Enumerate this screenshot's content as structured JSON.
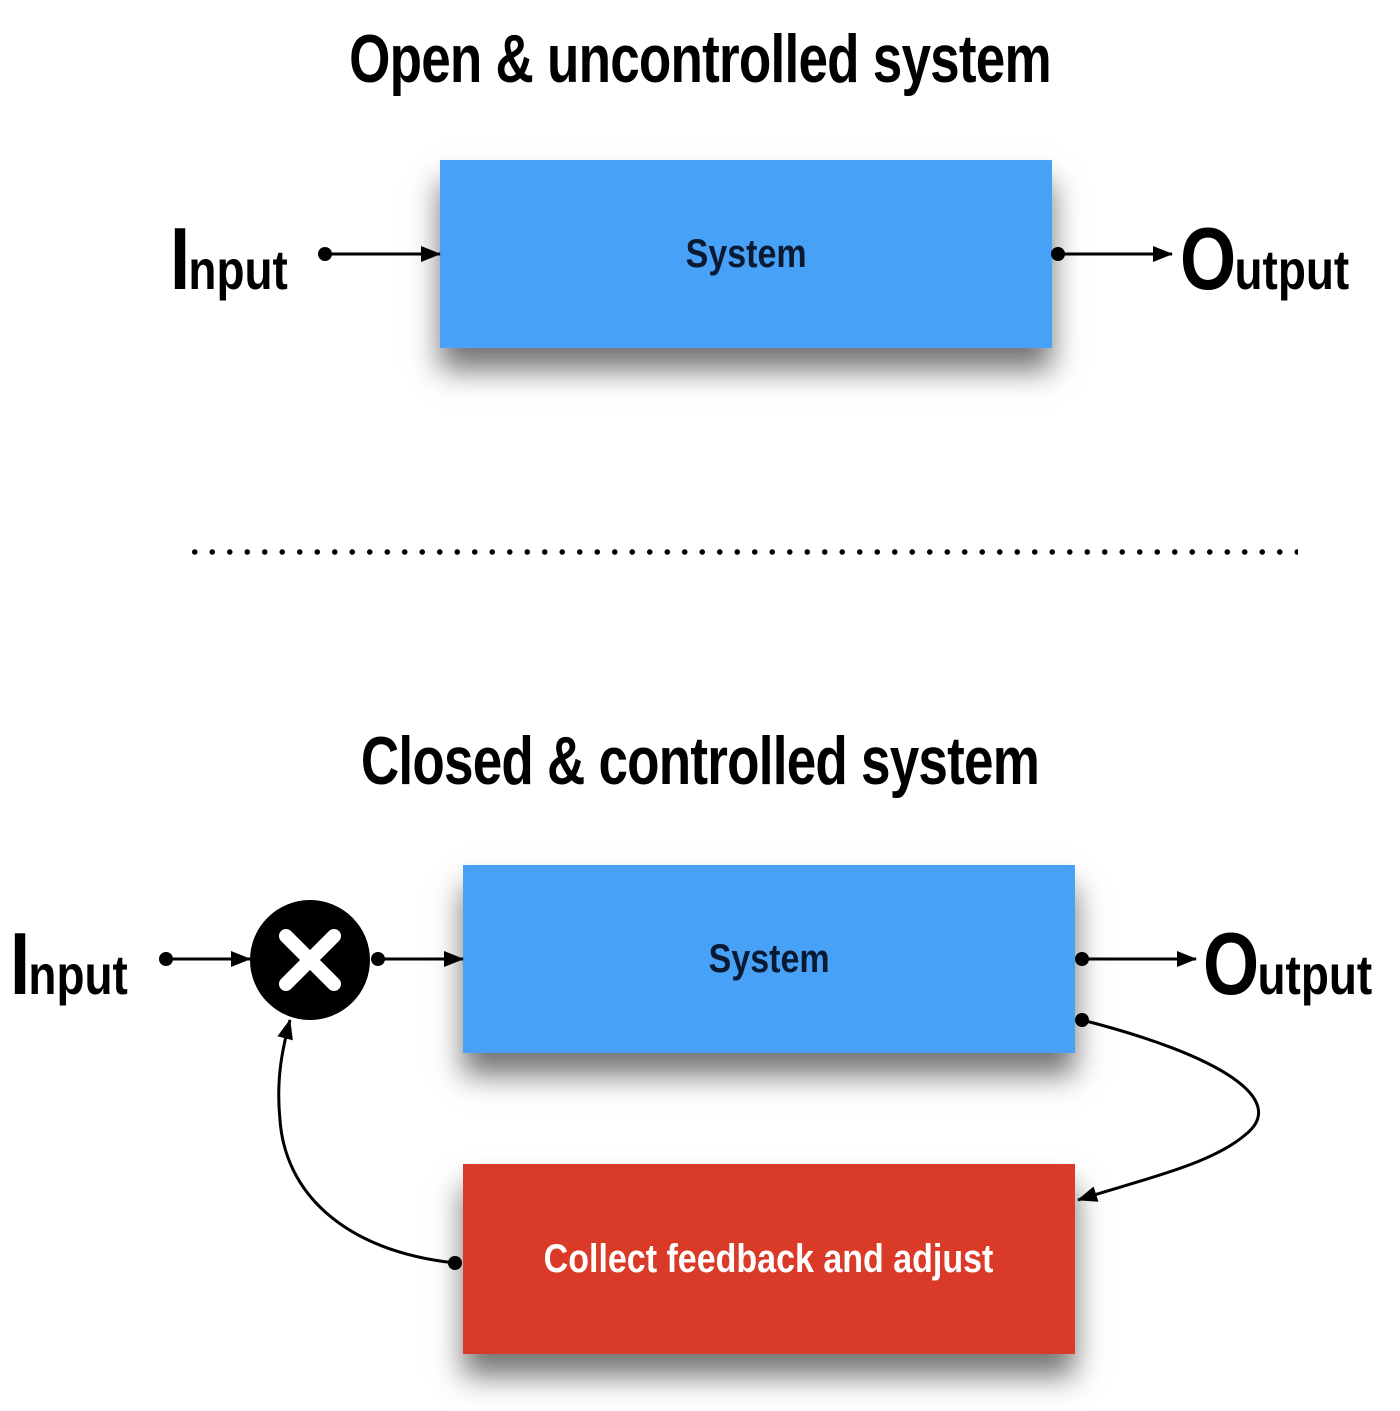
{
  "open_system": {
    "title": "Open & uncontrolled system",
    "system_label": "System",
    "input": {
      "initial": "I",
      "rest": "nput"
    },
    "output": {
      "initial": "O",
      "rest": "utput"
    }
  },
  "closed_system": {
    "title": "Closed & controlled system",
    "system_label": "System",
    "feedback_label": "Collect feedback and adjust",
    "input": {
      "initial": "I",
      "rest": "nput"
    },
    "output": {
      "initial": "O",
      "rest": "utput"
    },
    "junction_icon": "multiply-icon"
  },
  "colors": {
    "system_box": "#46a1f7",
    "feedback_box": "#d93b28",
    "feedback_text": "#ffffff",
    "system_text": "#0b1a33"
  }
}
